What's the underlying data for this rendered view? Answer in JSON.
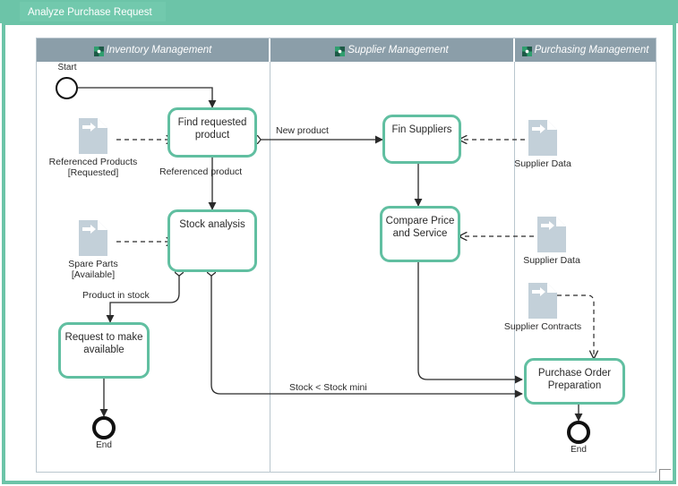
{
  "window": {
    "tab_label": "Analyze Purchase Request"
  },
  "colors": {
    "accent_green": "#6cc4a8",
    "task_border": "#61bfa1",
    "lane_header": "#8b9ea9",
    "data_object": "#c3d0d9",
    "pool_border": "#b9c6ce",
    "flow_line": "#2a2a2a"
  },
  "diagram": {
    "type": "bpmn-collaboration",
    "pool": {
      "lane_count": 3
    },
    "lanes": [
      {
        "id": "inventory",
        "label": "Inventory Management",
        "icon": "puzzle-piece-icon"
      },
      {
        "id": "supplier",
        "label": "Supplier Management",
        "icon": "puzzle-piece-icon"
      },
      {
        "id": "purchasing",
        "label": "Purchasing Management",
        "icon": "puzzle-piece-icon"
      }
    ],
    "events": [
      {
        "id": "start1",
        "kind": "start",
        "label": "Start",
        "lane": "inventory"
      },
      {
        "id": "end1",
        "kind": "end",
        "label": "End",
        "lane": "inventory"
      },
      {
        "id": "end2",
        "kind": "end",
        "label": "End",
        "lane": "purchasing"
      }
    ],
    "tasks": [
      {
        "id": "t-find",
        "label": "Find requested product",
        "lane": "inventory"
      },
      {
        "id": "t-stock",
        "label": "Stock analysis",
        "lane": "inventory"
      },
      {
        "id": "t-request",
        "label": "Request to make available",
        "lane": "inventory"
      },
      {
        "id": "t-fin",
        "label": "Fin Suppliers",
        "lane": "supplier"
      },
      {
        "id": "t-compare",
        "label": "Compare Price and Service",
        "lane": "supplier"
      },
      {
        "id": "t-po",
        "label": "Purchase Order Preparation",
        "lane": "purchasing"
      }
    ],
    "data_objects": [
      {
        "id": "d-refprod",
        "label": "Referenced Products",
        "state": "[Requested]",
        "lane": "inventory"
      },
      {
        "id": "d-spare",
        "label": "Spare Parts",
        "state": "[Available]",
        "lane": "inventory"
      },
      {
        "id": "d-sup1",
        "label": "Supplier Data",
        "state": "",
        "lane": "purchasing"
      },
      {
        "id": "d-sup2",
        "label": "Supplier Data",
        "state": "",
        "lane": "purchasing"
      },
      {
        "id": "d-contracts",
        "label": "Supplier Contracts",
        "state": "",
        "lane": "purchasing"
      }
    ],
    "flow_labels": [
      {
        "id": "f-refprod",
        "label": "Referenced product"
      },
      {
        "id": "f-newprod",
        "label": "New product"
      },
      {
        "id": "f-instock",
        "label": "Product in stock"
      },
      {
        "id": "f-stockmin",
        "label": "Stock < Stock mini"
      }
    ]
  }
}
